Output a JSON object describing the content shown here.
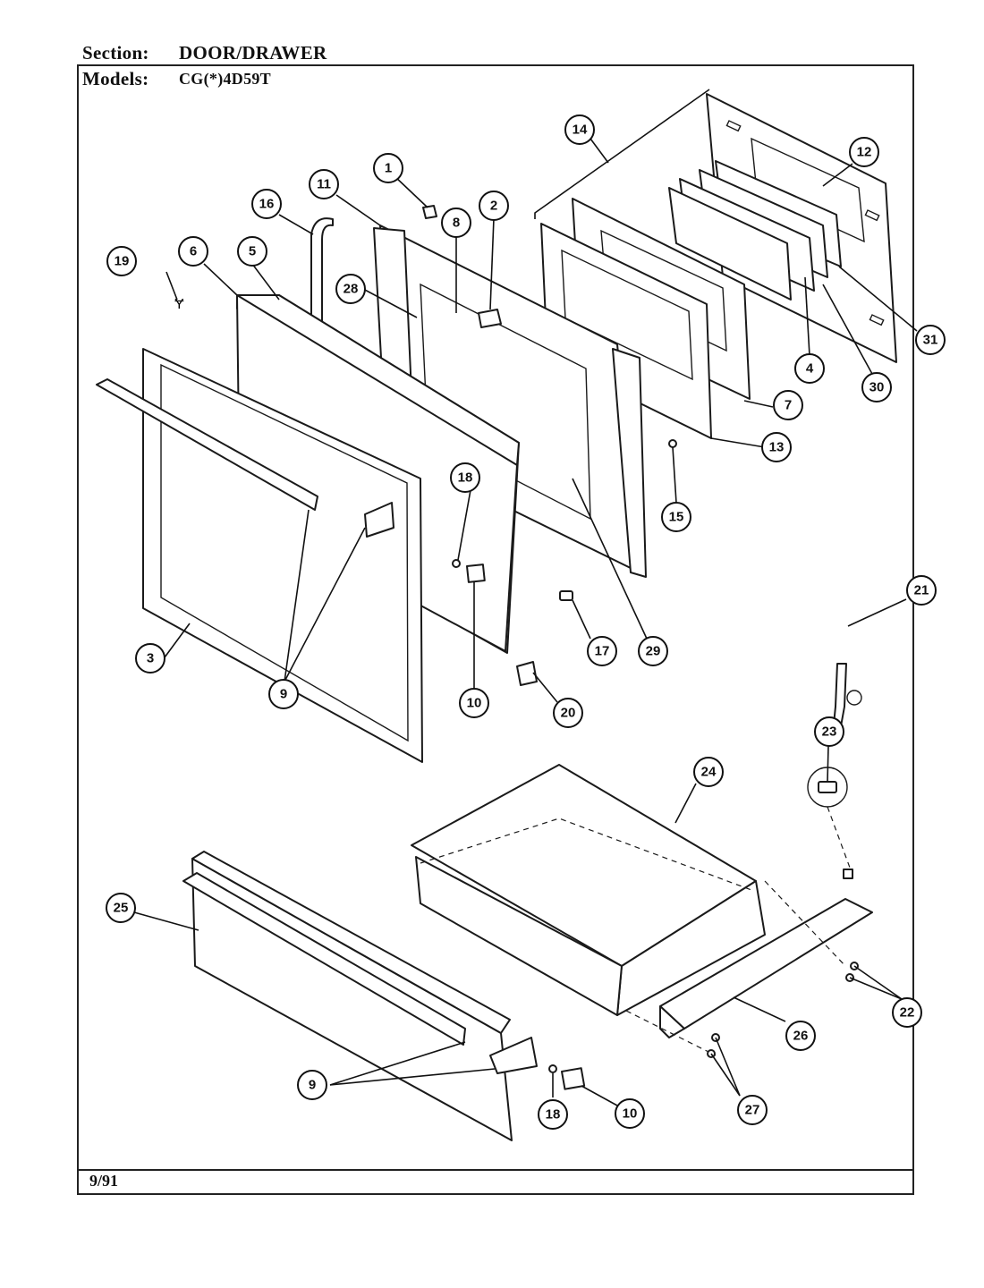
{
  "header": {
    "section_label": "Section:",
    "section_value": "DOOR/DRAWER",
    "models_label": "Models:",
    "models_value": "CG(*)4D59T"
  },
  "footer": {
    "date": "9/91"
  },
  "callouts": [
    "1",
    "2",
    "3",
    "4",
    "5",
    "6",
    "7",
    "8",
    "9",
    "9",
    "10",
    "10",
    "11",
    "12",
    "13",
    "14",
    "15",
    "16",
    "17",
    "18",
    "18",
    "19",
    "20",
    "21",
    "22",
    "23",
    "24",
    "25",
    "26",
    "27",
    "28",
    "29",
    "30",
    "31"
  ]
}
